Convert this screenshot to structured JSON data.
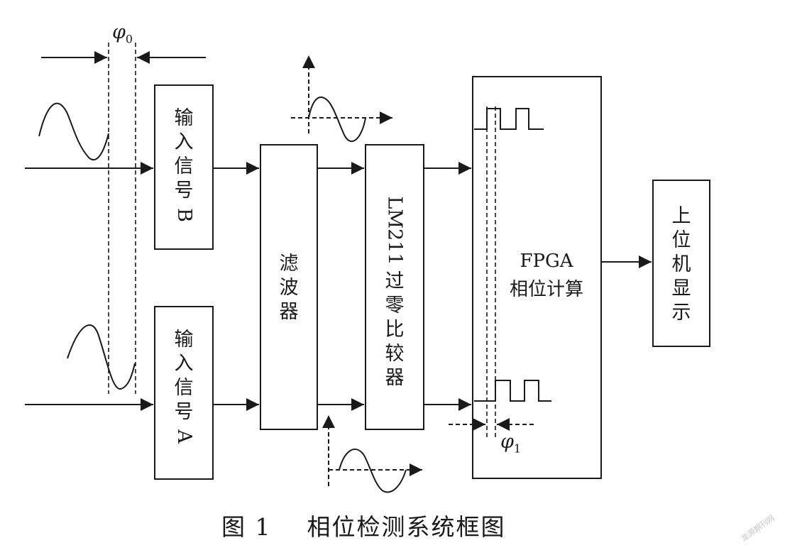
{
  "blocks": {
    "input_b": {
      "chars": [
        "输",
        "入",
        "信",
        "号"
      ],
      "rotated": "B"
    },
    "input_a": {
      "chars": [
        "输",
        "入",
        "信",
        "号"
      ],
      "rotated": "A"
    },
    "filter": {
      "chars": [
        "滤",
        "波",
        "器"
      ]
    },
    "comparator": {
      "rotated": "LM211",
      "chars": [
        "过",
        "零",
        "比",
        "较",
        "器"
      ]
    },
    "fpga": {
      "line1": "FPGA",
      "line2": "相位计算"
    },
    "host": {
      "chars": [
        "上",
        "位",
        "机",
        "显",
        "示"
      ]
    }
  },
  "labels": {
    "phi0_symbol": "φ",
    "phi0_sub": "0",
    "phi1_symbol": "φ",
    "phi1_sub": "1"
  },
  "caption": "图 1    相位检测系统框图",
  "watermark": "龙源期刊网",
  "colors": {
    "stroke": "#1a1a1a",
    "background": "#ffffff"
  }
}
